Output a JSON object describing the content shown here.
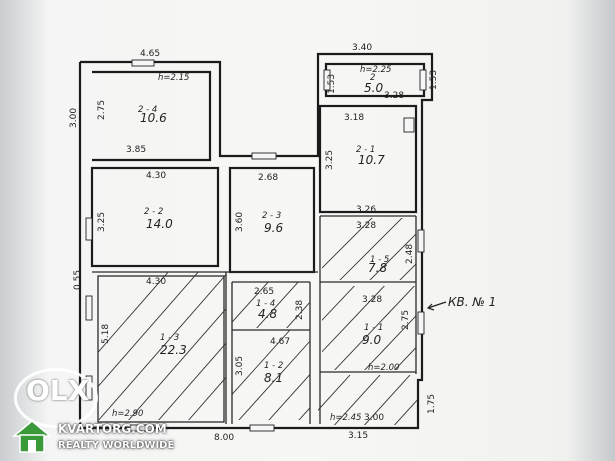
{
  "plan": {
    "dims": {
      "top_left": "4.65",
      "top_right": "3.40",
      "left_upper": "3.00",
      "room4_width": "2.75",
      "room4_top": "3.85",
      "room2_width": "4.30",
      "room2a_width": "2.68",
      "left_mid": "3.25",
      "room2a_h": "3.60",
      "col_325": "3.25",
      "col_326": "3.26",
      "col_328": "3.28",
      "col_318": "3.18",
      "col_153a": "1.53",
      "col_153b": "1.53",
      "left_055": "0.55",
      "bottom_left_h": "5.18",
      "room13_width": "4.30",
      "room14_w": "2.65",
      "room14_h": "2.38",
      "room12_h": "3.05",
      "room12_w": "4.67",
      "room5_h": "2.48",
      "room1_h": "2.75",
      "room1_w": "3.28",
      "bottom_total": "8.00",
      "bottom_right": "3.15",
      "right_175": "1.75",
      "small_300": "3.00",
      "small_h": "h=2.00",
      "h_left": "h=2.90",
      "h_right": "h=2.45",
      "h_top4": "h=2.15",
      "h_topright": "h=2.25",
      "room1_top": "3.28"
    },
    "rooms": [
      {
        "code": "2 - 4",
        "area": "10.6"
      },
      {
        "code": "2",
        "area": "5.0"
      },
      {
        "code": "2 - 1",
        "area": "10.7"
      },
      {
        "code": "2 - 2",
        "area": "14.0"
      },
      {
        "code": "2 - 3",
        "area": "9.6"
      },
      {
        "code": "1 - 5",
        "area": "7.8"
      },
      {
        "code": "1 - 4",
        "area": "4.8"
      },
      {
        "code": "1 - 3",
        "area": "22.3"
      },
      {
        "code": "1 - 1",
        "area": "9.0"
      },
      {
        "code": "1 - 2",
        "area": "8.1"
      }
    ],
    "apartment_label": "КВ. № 1"
  },
  "watermark": {
    "logo": "OLX",
    "brand": "KVARTORG.COM",
    "tagline": "REALTY WORLDWIDE"
  },
  "colors": {
    "paper": "#f7f7f5",
    "ink": "#1b1b1b",
    "logo_green": "#3a9a3a"
  }
}
